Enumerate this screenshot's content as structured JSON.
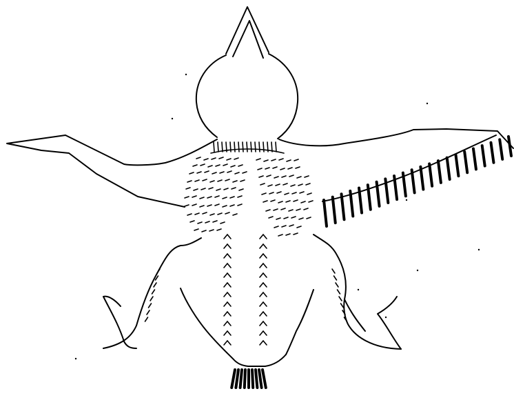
{
  "figure": {
    "subject": "nestling-bird-dorsal-view",
    "stroke_color": "#000000",
    "background_color": "#ffffff",
    "parts": [
      "head",
      "beak",
      "neck-ruff",
      "left-wing",
      "right-wing",
      "right-wing-pin-feathers",
      "body",
      "left-leg",
      "right-leg",
      "tail-tuft"
    ]
  }
}
